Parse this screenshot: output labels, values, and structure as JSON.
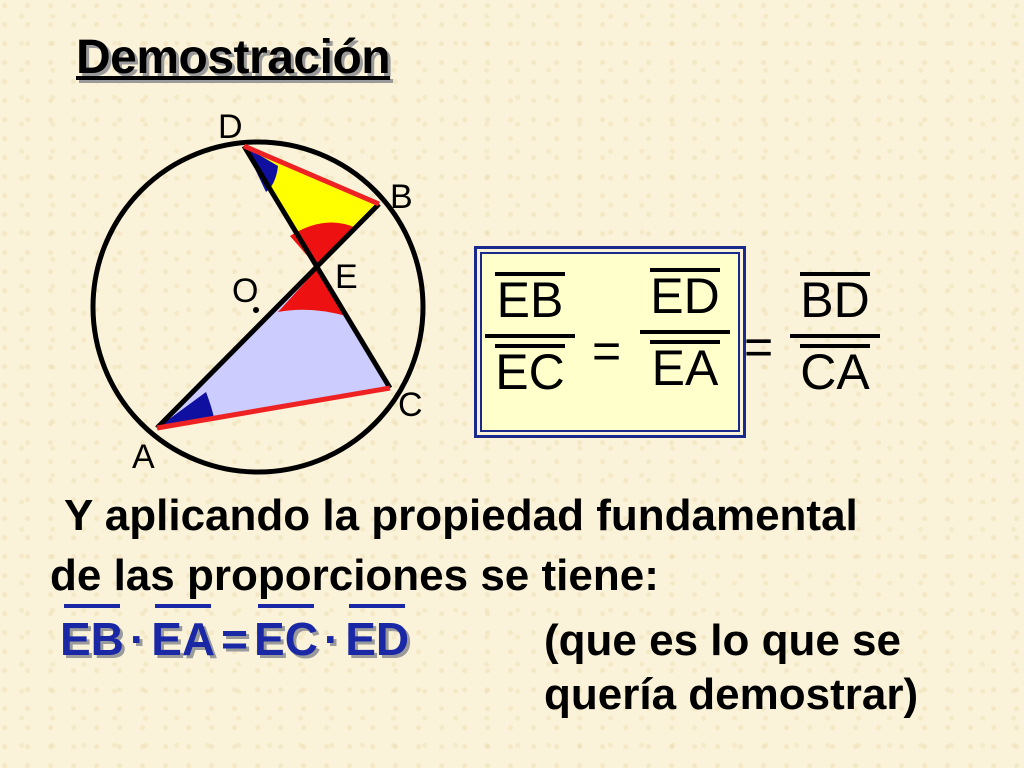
{
  "title": "Demostración",
  "figure": {
    "points": {
      "D": "D",
      "B": "B",
      "E": "E",
      "O": "O",
      "C": "C",
      "A": "A"
    },
    "colors": {
      "circle": "#000000",
      "chord_highlight": "#ee2222",
      "triangle_fill": "#ccccff",
      "angle_yellow": "#ffff00",
      "angle_red": "#ee1111",
      "angle_blue": "#1010a0"
    }
  },
  "ratios": {
    "f1": {
      "num": "EB",
      "den": "EC"
    },
    "f2": {
      "num": "ED",
      "den": "EA"
    },
    "f3": {
      "num": "BD",
      "den": "CA"
    },
    "eq1": "=",
    "eq2": "="
  },
  "paragraph": {
    "line1": "Y aplicando la propiedad fundamental",
    "line2": "de las proporciones se tiene:"
  },
  "equation": {
    "t1": "EB",
    "op1": "·",
    "t2": "EA",
    "op2": "=",
    "t3": "EC",
    "op3": "·",
    "t4": "ED"
  },
  "note": {
    "line1": "(que es lo que se",
    "line2": "quería demostrar)"
  }
}
